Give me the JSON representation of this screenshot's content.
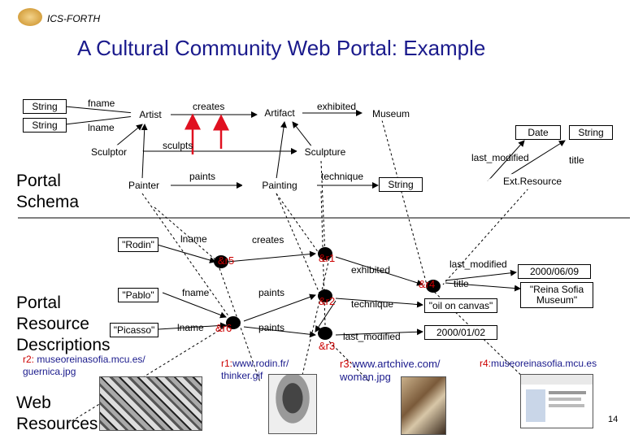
{
  "header": {
    "org": "ICS-FORTH",
    "title": "A Cultural Community Web Portal: Example"
  },
  "schema": {
    "label_line1": "Portal",
    "label_line2": "Schema",
    "classes": [
      "Artist",
      "Artifact",
      "Museum",
      "Sculptor",
      "Sculpture",
      "Painter",
      "Painting",
      "Ext.Resource"
    ],
    "literals": [
      "String",
      "String",
      "Date",
      "String",
      "String"
    ],
    "properties": {
      "fname": "fname",
      "lname": "lname",
      "creates": "creates",
      "exhibited": "exhibited",
      "sculpts": "sculpts",
      "paints": "paints",
      "technique": "technique",
      "last_modified": "last_modified",
      "title": "title"
    }
  },
  "resources": {
    "label_line1": "Portal",
    "label_line2": "Resource",
    "label_line3": "Descriptions",
    "values": {
      "rodin": "\"Rodin\"",
      "pablo": "\"Pablo\"",
      "picasso": "\"Picasso\"",
      "oil": "\"oil on canvas\"",
      "date1": "2000/06/09",
      "reina": "\"Reina Sofia Museum\"",
      "date2": "2000/01/02"
    },
    "ids": {
      "r1": "&r1",
      "r2": "&r2",
      "r3": "&r3",
      "r4": "&r4",
      "r5": "&r5",
      "r6": "&r6"
    },
    "edges": {
      "lname1": "lname",
      "creates": "creates",
      "exhibited": "exhibited",
      "last_modified": "last_modified",
      "fname": "fname",
      "paints1": "paints",
      "technique": "technique",
      "title": "title",
      "lname2": "lname",
      "paints2": "paints",
      "last_modified2": "last_modified"
    }
  },
  "web": {
    "label_line1": "Web",
    "label_line2": "Resources",
    "items": [
      {
        "id": "r2:",
        "url_line1": " museoreinasofia.mcu.es/",
        "url_line2": "guernica.jpg"
      },
      {
        "id": "r1:",
        "url_line1": "www.rodin.fr/",
        "url_line2": "thinker.gif"
      },
      {
        "id": "r3:",
        "url_line1": "www.artchive.com/",
        "url_line2": "woman.jpg"
      },
      {
        "id": "r4:",
        "url_line1": "museoreinasofia.mcu.es",
        "url_line2": ""
      }
    ]
  },
  "page_number": "14",
  "colors": {
    "red": "#cc0000",
    "blue": "#1a1a8c"
  }
}
